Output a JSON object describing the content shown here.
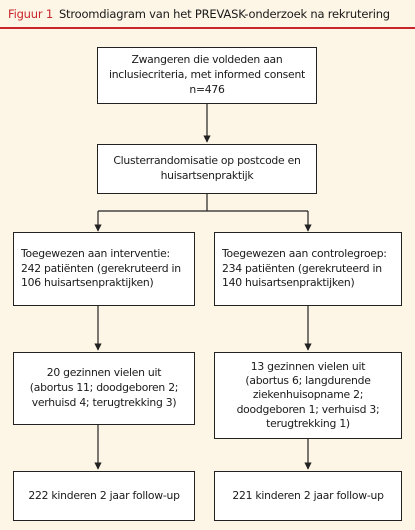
{
  "figure": {
    "label": "Figuur 1",
    "title": "Stroomdiagram van het PREVASK-onderzoek na rekrutering"
  },
  "boxes": {
    "enrolled": [
      "Zwangeren die voldeden aan",
      "inclusiecriteria, met informed consent",
      "n=476"
    ],
    "randomisation": [
      "Clusterrandomisatie op postcode en",
      "huisartsenpraktijk"
    ],
    "allocated_intervention": [
      "Toegewezen aan interventie:",
      "242 patiënten (gerekruteerd in",
      "106 huisartsenpraktijken)"
    ],
    "allocated_control": [
      "Toegewezen aan controlegroep:",
      "234 patiënten (gerekruteerd in",
      "140 huisartsenpraktijken)"
    ],
    "dropout_intervention": [
      "20 gezinnen vielen uit",
      "(abortus 11; doodgeboren 2;",
      "verhuisd 4; terugtrekking 3)"
    ],
    "dropout_control": [
      "13 gezinnen vielen uit",
      "(abortus 6; langdurende",
      "ziekenhuisopname 2;",
      "doodgeboren 1; verhuisd 3;",
      "terugtrekking 1)"
    ],
    "followup_intervention": [
      "222 kinderen 2 jaar follow-up"
    ],
    "followup_control": [
      "221 kinderen 2 jaar follow-up"
    ]
  }
}
